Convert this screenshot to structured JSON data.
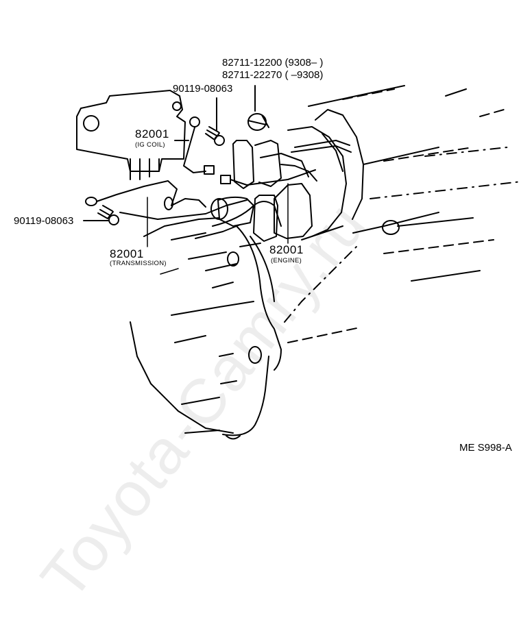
{
  "labels": {
    "part_82711_a": "82711-12200 (9308–        )",
    "part_82711_b": "82711-22270 (        –9308)",
    "part_90119_top": "90119-08063",
    "part_90119_left": "90119-08063",
    "part_82001_igcoil": "82001",
    "sub_igcoil": "(IG COIL)",
    "part_82001_trans": "82001",
    "sub_trans": "(TRANSMISSION)",
    "part_82001_engine": "82001",
    "sub_engine": "(ENGINE)",
    "figure_code": "ME S998-A"
  },
  "watermark": "Toyota-Camry.ru",
  "colors": {
    "ink": "#000000",
    "watermark": "#e6e6e6"
  }
}
